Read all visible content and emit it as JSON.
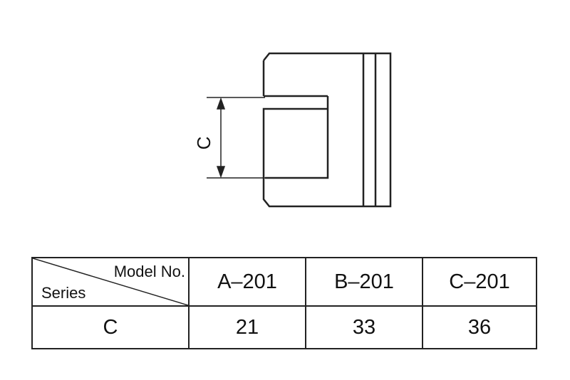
{
  "drawing": {
    "dimension_label": "C"
  },
  "table": {
    "header_top_right": "Model No.",
    "header_bottom_left": "Series",
    "models": [
      "A–201",
      "B–201",
      "C–201"
    ],
    "rows": [
      {
        "series": "C",
        "values": [
          "21",
          "33",
          "36"
        ]
      }
    ]
  }
}
